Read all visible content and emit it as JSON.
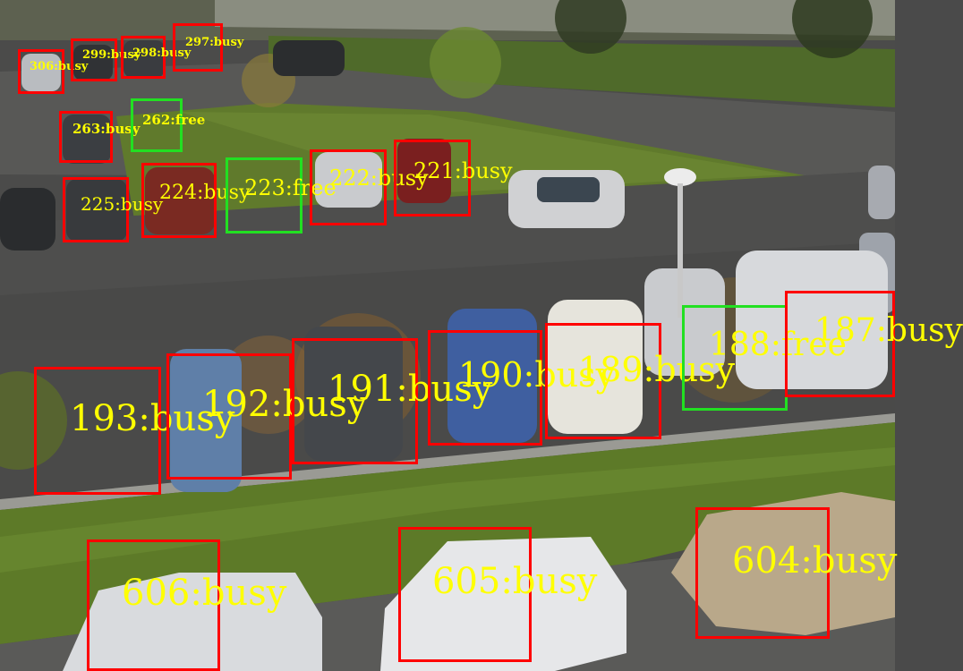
{
  "scene": {
    "description_type": "overhead parking lot occupancy detection",
    "colors": {
      "busy": "#ff0000",
      "free": "#22e022",
      "label": "#ffff00"
    }
  },
  "spots": [
    {
      "id": "306",
      "label": "306:busy",
      "status": "busy"
    },
    {
      "id": "299",
      "label": "299:busy",
      "status": "busy"
    },
    {
      "id": "298",
      "label": "298:busy",
      "status": "busy"
    },
    {
      "id": "297",
      "label": "297:busy",
      "status": "busy"
    },
    {
      "id": "263",
      "label": "263:busy",
      "status": "busy"
    },
    {
      "id": "262",
      "label": "262:free",
      "status": "free"
    },
    {
      "id": "225",
      "label": "225:busy",
      "status": "busy"
    },
    {
      "id": "224",
      "label": "224:busy",
      "status": "busy"
    },
    {
      "id": "223",
      "label": "223:free",
      "status": "free"
    },
    {
      "id": "222",
      "label": "222:busy",
      "status": "busy"
    },
    {
      "id": "221",
      "label": "221:busy",
      "status": "busy"
    },
    {
      "id": "193",
      "label": "193:busy",
      "status": "busy"
    },
    {
      "id": "192",
      "label": "192:busy",
      "status": "busy"
    },
    {
      "id": "191",
      "label": "191:busy",
      "status": "busy"
    },
    {
      "id": "190",
      "label": "190:busy",
      "status": "busy"
    },
    {
      "id": "189",
      "label": "189:busy",
      "status": "busy"
    },
    {
      "id": "188",
      "label": "188:free",
      "status": "free"
    },
    {
      "id": "187",
      "label": "187:busy",
      "status": "busy"
    },
    {
      "id": "606",
      "label": "606:busy",
      "status": "busy"
    },
    {
      "id": "605",
      "label": "605:busy",
      "status": "busy"
    },
    {
      "id": "604",
      "label": "604:busy",
      "status": "busy"
    }
  ]
}
